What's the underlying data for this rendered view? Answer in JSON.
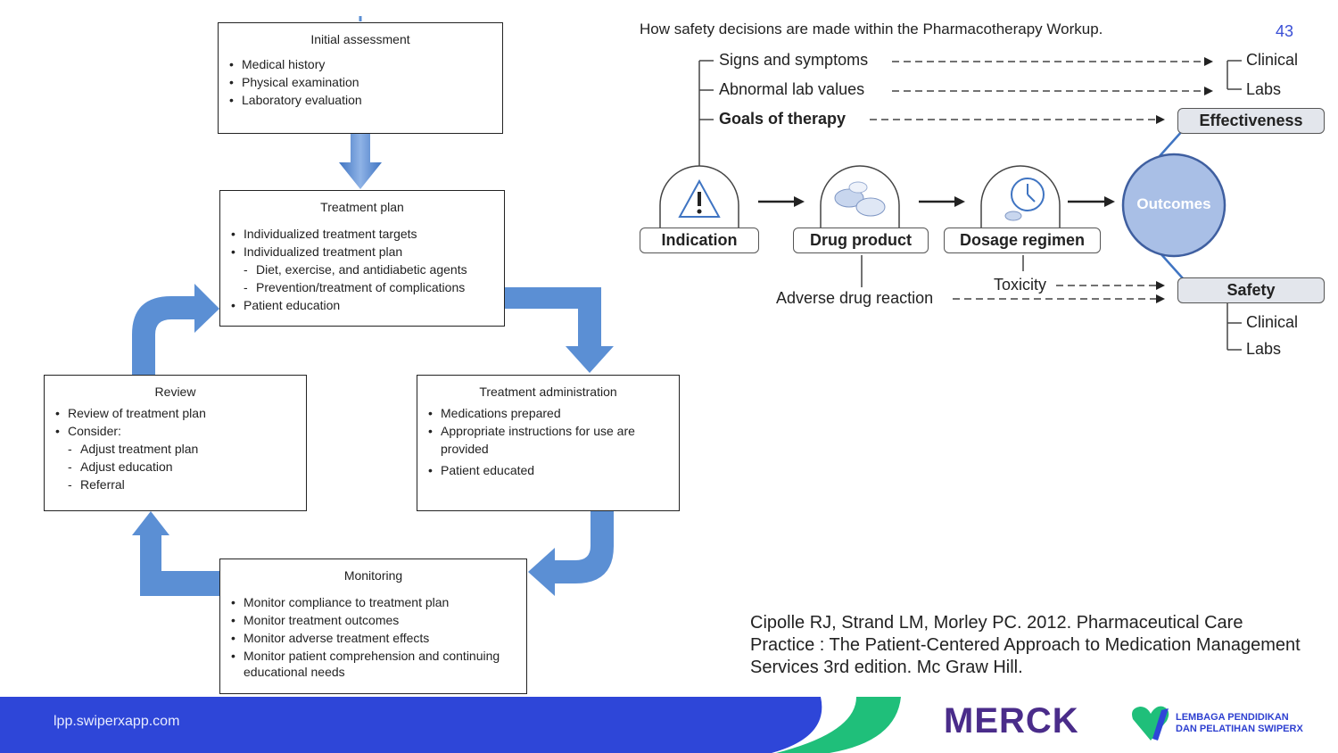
{
  "page_number": "43",
  "flow": {
    "initial": {
      "title": "Initial assessment",
      "items": [
        "Medical history",
        "Physical examination",
        "Laboratory evaluation"
      ]
    },
    "plan": {
      "title": "Treatment plan",
      "items": [
        "Individualized treatment targets",
        "Individualized treatment plan",
        "Diet, exercise, and antidiabetic agents",
        "Prevention/treatment of complications",
        "Patient education"
      ]
    },
    "admin": {
      "title": "Treatment administration",
      "items": [
        "Medications prepared",
        "Appropriate instructions for use are",
        "provided",
        "Patient educated"
      ]
    },
    "review": {
      "title": "Review",
      "items": [
        "Review of treatment plan",
        "Consider:",
        "Adjust treatment plan",
        "Adjust education",
        "Referral"
      ]
    },
    "monitor": {
      "title": "Monitoring",
      "items": [
        "Monitor compliance to treatment plan",
        "Monitor treatment outcomes",
        "Monitor adverse treatment effects",
        "Monitor patient comprehension and continuing",
        "educational needs"
      ]
    }
  },
  "safety": {
    "caption": "How safety decisions are made within the Pharmacotherapy Workup.",
    "signs": "Signs and symptoms",
    "abnormal": "Abnormal lab values",
    "goals": "Goals of therapy",
    "clinical_top": "Clinical",
    "labs_top": "Labs",
    "effectiveness": "Effectiveness",
    "indication": "Indication",
    "drug_product": "Drug product",
    "dosage_regimen": "Dosage regimen",
    "outcomes": "Outcomes",
    "toxicity": "Toxicity",
    "adverse": "Adverse drug reaction",
    "safety_label": "Safety",
    "clinical_bottom": "Clinical",
    "labs_bottom": "Labs"
  },
  "citation": "Cipolle RJ, Strand LM, Morley PC. 2012.  Pharmaceutical Care Practice : The Patient-Centered Approach to Medication Management Services 3rd edition. Mc Graw Hill.",
  "footer": {
    "url": "lpp.swiperxapp.com",
    "merck": "MERCK",
    "lpp_line1": "LEMBAGA PENDIDIKAN",
    "lpp_line2": "DAN PELATIHAN SWIPERX"
  },
  "colors": {
    "arrow_blue": "#5b8fd4",
    "footer_blue": "#2e46d8",
    "footer_green": "#1fbf7a",
    "outcome_fill": "#a9bfe6"
  }
}
